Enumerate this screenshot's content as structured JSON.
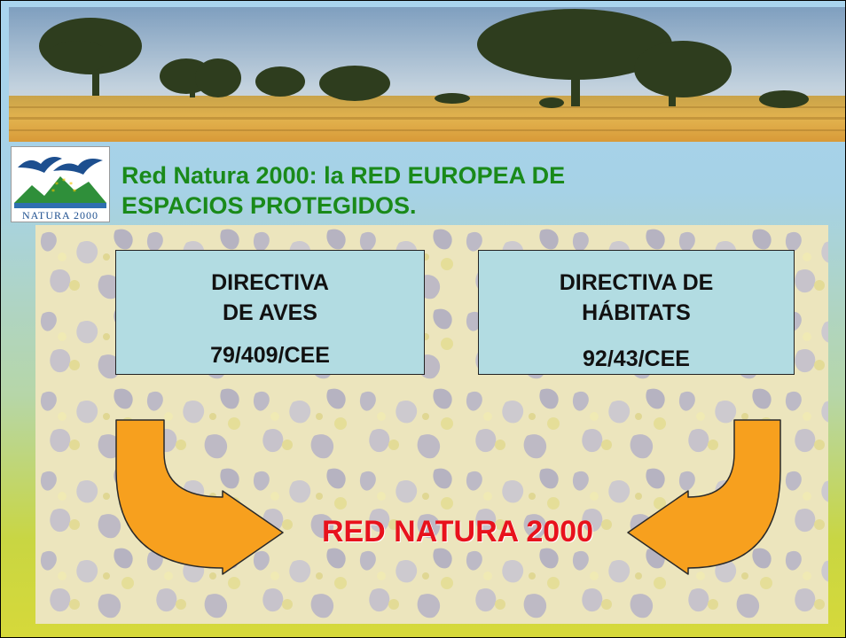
{
  "title": {
    "line1": "Red Natura 2000: la RED EUROPEA DE",
    "line2": "ESPACIOS PROTEGIDOS."
  },
  "logo": {
    "text": "NATURA 2000",
    "icon": "natura-2000-logo"
  },
  "boxes": [
    {
      "line1": "DIRECTIVA",
      "line2": "DE AVES",
      "code": "79/409/CEE"
    },
    {
      "line1": "DIRECTIVA DE",
      "line2": "HÁBITATS",
      "code": "92/43/CEE"
    }
  ],
  "result": "RED NATURA 2000",
  "colors": {
    "title": "#1a8a1a",
    "box_fill": "#b2dce2",
    "arrow": "#f7a01e",
    "result": "#e8121c"
  }
}
